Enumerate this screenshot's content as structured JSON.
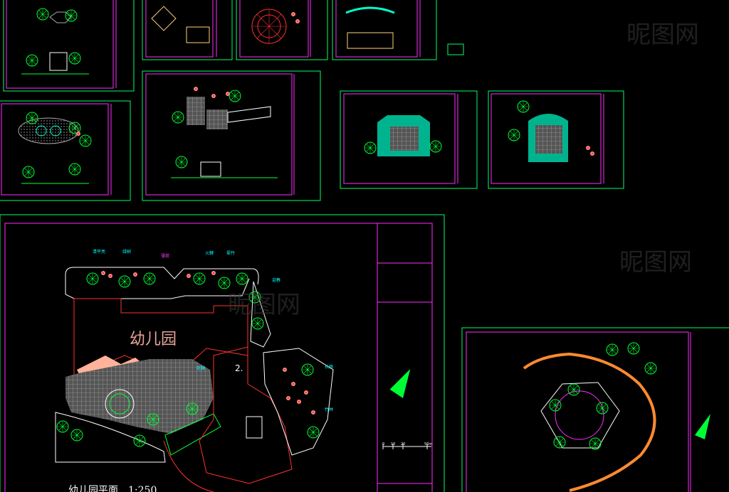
{
  "plan": {
    "kindergarten_label": "幼儿园",
    "title": "幼儿园平面　1:250",
    "zone_number": "2."
  },
  "callouts": [
    "清平亮",
    "绿树",
    "薄荷",
    "火棘",
    "翠竹",
    "迎春",
    "花箱",
    "长廊",
    "竹林"
  ],
  "scale_marks": [
    "0",
    "10",
    "20",
    "50m"
  ],
  "colors": {
    "frame_green": "#00ff66",
    "sheet_magenta": "#ff2cff",
    "paving": "#ffffff",
    "tree": "#00ff33",
    "flower": "#ff8a80",
    "water": "#00ffcc",
    "building": "#ff3030"
  },
  "watermark": "昵图网"
}
